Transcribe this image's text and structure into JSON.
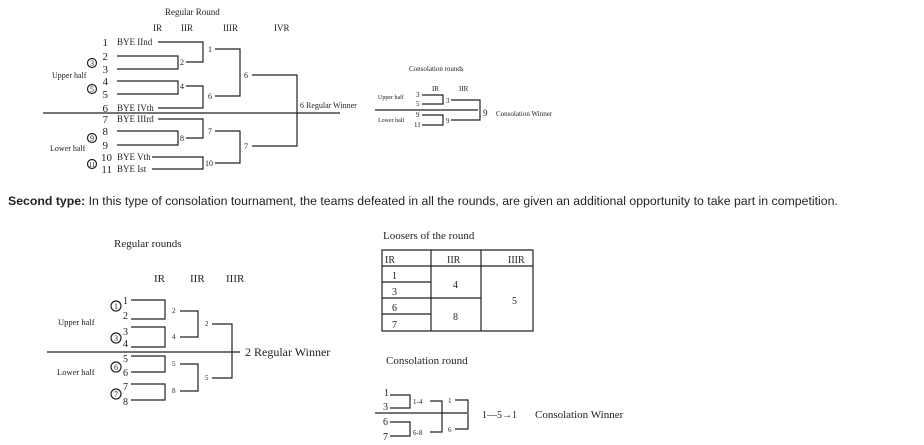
{
  "diagram1": {
    "title": "Regular Round",
    "rounds": [
      "IR",
      "IIR",
      "IIIR",
      "IVR"
    ],
    "teams": [
      "1",
      "2",
      "3",
      "4",
      "5",
      "6",
      "7",
      "8",
      "9",
      "10",
      "11"
    ],
    "byes": {
      "1": "BYE IInd",
      "6": "BYE IVth",
      "7": "BYE IIIrd",
      "10": "BYE Vth",
      "11": "BYE Ist"
    },
    "seeds": [
      "3",
      "5",
      "9",
      "11"
    ],
    "upper_half": "Upper half",
    "lower_half": "Lower half",
    "ir_winners": [
      "2",
      "4",
      "8"
    ],
    "iir_winners": [
      "1",
      "6",
      "7",
      "10"
    ],
    "iiir_winners": [
      "6",
      "7"
    ],
    "winner": "6 Regular Winner"
  },
  "consolation1": {
    "title": "Consolation rounds",
    "rounds": [
      "IR",
      "IIR"
    ],
    "upper_half": "Upper half",
    "lower_half": "Lower half",
    "teams": [
      "3",
      "5",
      "9",
      "11"
    ],
    "ir_winners": [
      "3",
      "9"
    ],
    "winner_number": "9",
    "winner_label": "Consolation Winner"
  },
  "paragraph": {
    "bold": "Second type:",
    "text": " In this type of consolation tournament, the teams defeated in all the rounds, are given an additional opportunity to take part in competition."
  },
  "diagram2": {
    "title": "Regular rounds",
    "rounds": [
      "IR",
      "IIR",
      "IIIR"
    ],
    "teams": [
      "1",
      "2",
      "3",
      "4",
      "5",
      "6",
      "7",
      "8"
    ],
    "seeds": [
      "1",
      "3",
      "6",
      "7"
    ],
    "upper_half": "Upper half",
    "lower_half": "Lower half",
    "ir_winners": [
      "2",
      "4",
      "5",
      "8"
    ],
    "iir_winners": [
      "2",
      "5"
    ],
    "winner": "2 Regular Winner"
  },
  "losers_table": {
    "title": "Loosers of the round",
    "headers": [
      "IR",
      "IIR",
      "IIIR"
    ],
    "ir": [
      "1",
      "3",
      "6",
      "7"
    ],
    "iir": [
      "4",
      "8"
    ],
    "iiir": "5"
  },
  "consolation2": {
    "title": "Consolation round",
    "teams": [
      "1",
      "3",
      "6",
      "7"
    ],
    "ir_results": [
      "1-4",
      "6-8"
    ],
    "iir_winners": [
      "1",
      "6"
    ],
    "result": "1—5→1",
    "winner_label": "Consolation Winner"
  }
}
